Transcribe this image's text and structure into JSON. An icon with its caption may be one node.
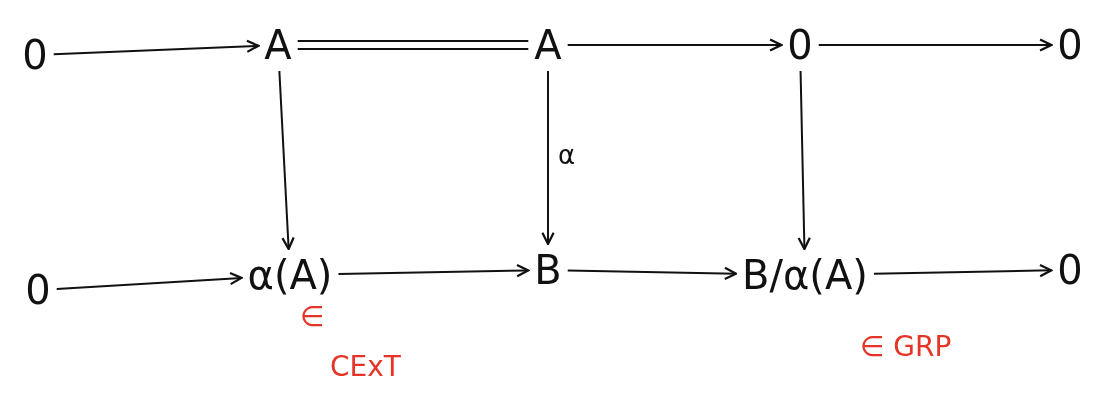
{
  "diagram": {
    "nodes": [
      {
        "text": [
          "0"
        ]
      },
      {
        "text": [
          "A"
        ]
      },
      {
        "text": [
          "A"
        ]
      },
      {
        "text": [
          "0"
        ]
      },
      {
        "text": [
          "0"
        ]
      },
      {
        "text": [
          "0"
        ]
      },
      {
        "text": [
          "α(A)"
        ],
        "beside": [
          "∈",
          "CExT"
        ]
      },
      {
        "text": [
          "B"
        ]
      },
      {
        "text": [
          "B/α(A)"
        ],
        "beside": [
          "∈ GRP"
        ]
      },
      {
        "text": [
          "0"
        ]
      }
    ],
    "edges": [
      {
        "from": 0,
        "to": 1,
        "arrow": "to"
      },
      {
        "from": 1,
        "to": 2,
        "arrow": "none"
      },
      {
        "from": 2,
        "to": 3,
        "arrow": "to"
      },
      {
        "from": 3,
        "to": 4,
        "arrow": "to"
      },
      {
        "from": 1,
        "to": 6,
        "arrow": "to"
      },
      {
        "from": 2,
        "to": 7,
        "arrow": "to",
        "label": "α"
      },
      {
        "from": 3,
        "to": 8,
        "arrow": "to"
      },
      {
        "from": 5,
        "to": 6,
        "arrow": "to"
      },
      {
        "from": 6,
        "to": 7,
        "arrow": "to"
      },
      {
        "from": 7,
        "to": 8,
        "arrow": "to"
      },
      {
        "from": 8,
        "to": 9,
        "arrow": "to"
      }
    ]
  }
}
